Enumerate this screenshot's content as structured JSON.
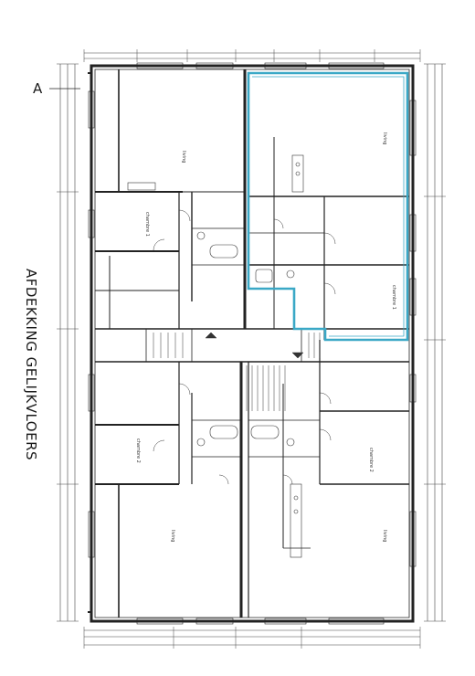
{
  "drawing": {
    "title": "AFDEKKING GELIJKVLOERS",
    "section_marker": "A",
    "highlight_color": "#3aa8c6",
    "line_color": "#2a2a2a",
    "rooms": [
      {
        "id": "living-top",
        "label": "living"
      },
      {
        "id": "living-bottom",
        "label": "living"
      },
      {
        "id": "chambre-1",
        "label": "chambre 1"
      },
      {
        "id": "chambre-2",
        "label": "chambre 2"
      },
      {
        "id": "chambre-1-right",
        "label": "chambre 1"
      },
      {
        "id": "chambre-2-right",
        "label": "chambre 2"
      },
      {
        "id": "living-right-top",
        "label": "living"
      },
      {
        "id": "living-right-bottom",
        "label": "living"
      }
    ]
  }
}
